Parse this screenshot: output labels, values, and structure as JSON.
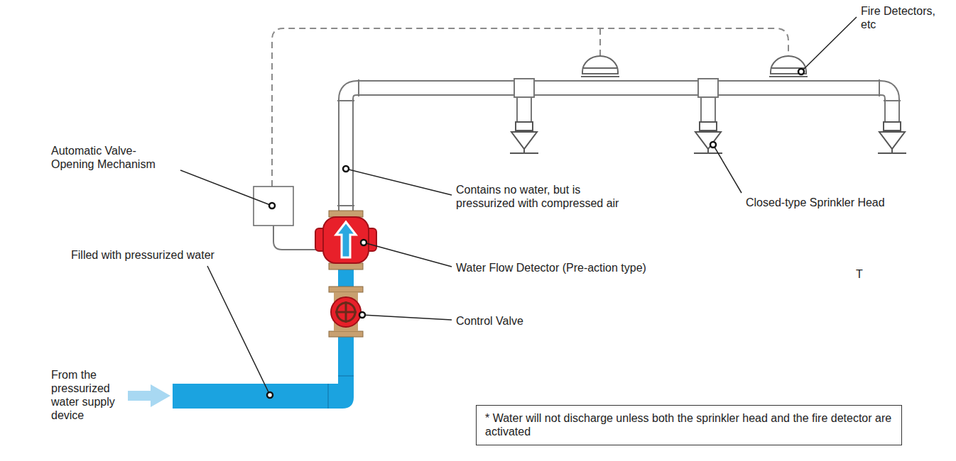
{
  "diagram": {
    "nodes": [
      {
        "text": [
          "* Water will not discharge unless both the sprinkler head and the fire detector are activated"
        ]
      }
    ],
    "labels": [
      "Fire Detectors, etc",
      "Automatic Valve- Opening Mechanism",
      "Contains no water, but is pressurized with compressed air",
      "Closed-type Sprinkler Head",
      "Water Flow Detector (Pre-action type)",
      "T",
      "Filled with pressurized water",
      "Control Valve",
      "From the pressurized water supply device"
    ]
  }
}
